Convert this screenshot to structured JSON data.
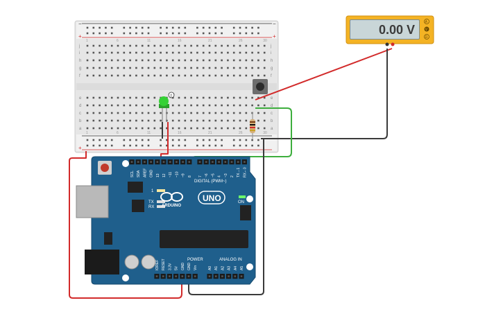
{
  "multimeter": {
    "reading": "0.00 V",
    "mode_labels": [
      "A",
      "V",
      "Ω"
    ]
  },
  "breadboard": {
    "row_labels_top": [
      "j",
      "i",
      "h",
      "g",
      "f"
    ],
    "row_labels_bottom": [
      "e",
      "d",
      "c",
      "b",
      "a"
    ],
    "column_count": 30,
    "rail_plus": "+",
    "rail_minus": "−"
  },
  "led_marker": "!",
  "arduino": {
    "brand": "ARDUINO",
    "model": "UNO",
    "digital_header": "DIGITAL (PWM~)",
    "digital_pins": [
      "SCL",
      "SDA",
      "AREF",
      "GND",
      "13",
      "12",
      "~11",
      "~10",
      "~9",
      "8",
      "7",
      "~6",
      "~5",
      "4",
      "~3",
      "2",
      "TX→1",
      "RX←0"
    ],
    "power_header": "POWER",
    "power_pins": [
      "IOREF",
      "RESET",
      "3.3V",
      "5V",
      "GND",
      "GND",
      "Vin"
    ],
    "analog_header": "ANALOG IN",
    "analog_pins": [
      "A0",
      "A1",
      "A2",
      "A3",
      "A4",
      "A5"
    ],
    "tx": "TX",
    "rx": "RX",
    "led_l": "L",
    "on": "ON",
    "one": "1"
  },
  "colors": {
    "wire_red": "#d22a2a",
    "wire_black": "#3a3a3a",
    "wire_green": "#3dae3d",
    "board_blue": "#1f5f8c",
    "breadboard": "#eeeeee",
    "multimeter_body": "#f4b324",
    "led_green": "#35d135"
  }
}
